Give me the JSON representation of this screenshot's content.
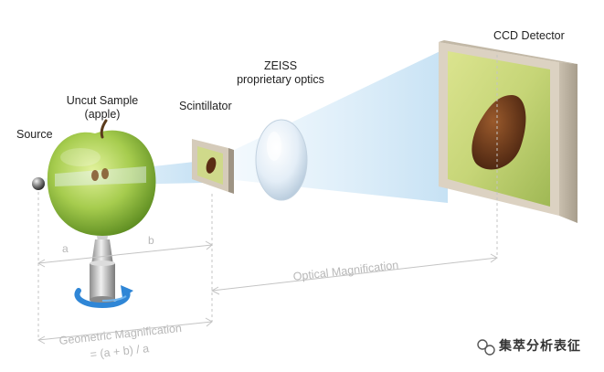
{
  "labels": {
    "ccd_detector": "CCD Detector",
    "zeiss_line1": "ZEISS",
    "zeiss_line2": "proprietary optics",
    "uncut_sample_line1": "Uncut Sample",
    "uncut_sample_line2": "(apple)",
    "scintillator": "Scintillator",
    "source": "Source"
  },
  "dimensions": {
    "a": "a",
    "b": "b",
    "optical_magnification": "Optical Magnification",
    "geometric_magnification": "Geometric Magnification",
    "geometric_formula": "= (a + b) / a"
  },
  "watermark": {
    "text": "集萃分析表征"
  },
  "colors": {
    "beam": "#d8ecf8",
    "apple": "#9cc64a",
    "dim_line": "#c4c4c4",
    "frame": "#d9cfbf",
    "rotation_arrow": "#2f86d6"
  }
}
